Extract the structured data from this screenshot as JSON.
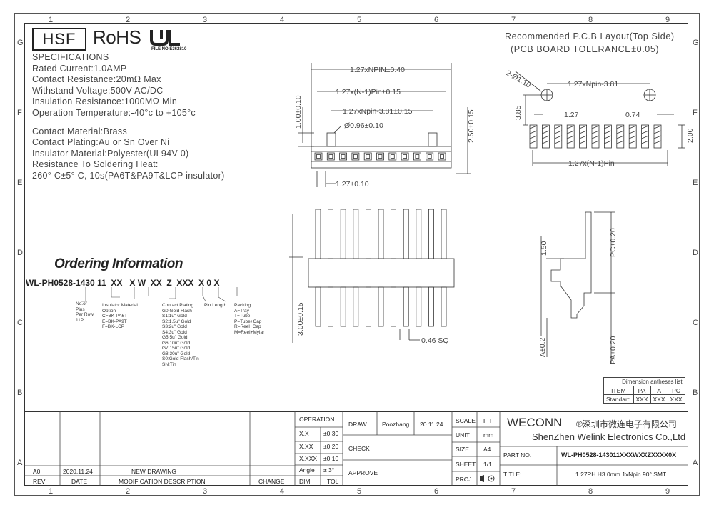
{
  "zones": {
    "cols": [
      "1",
      "2",
      "3",
      "4",
      "5",
      "6",
      "7",
      "8",
      "9"
    ],
    "rows": [
      "G",
      "F",
      "E",
      "D",
      "C",
      "B",
      "A"
    ]
  },
  "logos": {
    "hsf": "HSF",
    "rohs": "RoHS",
    "ul_file": "FILE NO E362810"
  },
  "specifications": {
    "title": "SPECIFICATIONS",
    "lines": [
      "Rated Current:1.0AMP",
      "Contact Resistance:20mΩ Max",
      "Withstand Voltage:500V AC/DC",
      "Insulation Resistance:1000MΩ Min",
      "Operation Temperature:-40°c to +105°c"
    ],
    "materials": [
      "Contact Material:Brass",
      "Contact Plating:Au or Sn Over Ni",
      "Insulator Material:Polyester(UL94V-0)",
      "Resistance To Soldering Heat:",
      "260° C±5° C, 10s(PA6T&PA9T&LCP insulator)"
    ]
  },
  "ordering": {
    "title": "Ordering Information",
    "part_code": "WL-PH0528-1430 11  XX   X W  XX  Z  XXX  X 0 X",
    "notes": {
      "pins": [
        "No.of",
        "Pins",
        "Per Row",
        "11P"
      ],
      "insulator": [
        "Insulator Material",
        "Option",
        "C=BK-PA6T",
        "E=BK-PA9T",
        "F=BK-LCP"
      ],
      "plating": [
        "Contact Plating",
        "G0:Gold Flash",
        "S1:1u\" Gold",
        "S2:1.5u\" Gold",
        "S3:2u\" Gold",
        "S4:3u\" Gold",
        "G5:5u\" Gold",
        "G6:10u\" Gold",
        "G7:15u\" Gold",
        "G8:30u\" Gold",
        "S0:Gold Flash/Tin",
        "SN:Tin"
      ],
      "pin_length": [
        "Pin Length"
      ],
      "packing": [
        "Packing",
        "A=Tray",
        "T=Tube",
        "P=Tube+Cap",
        "R=Reel+Cap",
        "M=Reel+Mylar"
      ]
    }
  },
  "pcb_layout": {
    "title": "Recommended P.C.B Layout(Top Side)",
    "subtitle": "(PCB BOARD TOLERANCE±0.05)",
    "dims": [
      "2-Ø1.10",
      "1.27xNpin-3.81",
      "3.85",
      "1.27",
      "0.74",
      "2.00",
      "1.27x(N-1)Pin"
    ]
  },
  "top_view_dims": [
    "1.27xNPIN±0.40",
    "1.27x(N-1)Pin±0.15",
    "1.27xNpin-3.81±0.15",
    "Ø0.96±0.10",
    "1.00±0.10",
    "2.50±0.15",
    "1.27±0.10"
  ],
  "front_view_dims": [
    "3.00±0.15",
    "0.46 SQ"
  ],
  "side_view_dims": [
    "1.50",
    "PC±0.20",
    "A±0.2",
    "PA±0.20"
  ],
  "dimension_table": {
    "title": "Dimension antheses list",
    "headers": [
      "ITEM",
      "PA",
      "A",
      "PC"
    ],
    "row": [
      "Standard",
      "XXX",
      "XXX",
      "XXX"
    ]
  },
  "title_block": {
    "operation": "OPERATION",
    "tolerances": [
      [
        "X.X",
        "±0.30"
      ],
      [
        "X.XX",
        "±0.20"
      ],
      [
        "X.XXX",
        "±0.10"
      ],
      [
        "Angle",
        "± 3°"
      ]
    ],
    "dim": "DIM",
    "tol": "TOL",
    "draw": "DRAW",
    "drawer": "Poozhang",
    "draw_date": "20.11.24",
    "check": "CHECK",
    "approve": "APPROVE",
    "scale": "SCALE",
    "scale_val": "FIT",
    "unit": "UNIT",
    "unit_val": "mm",
    "size": "SIZE",
    "size_val": "A4",
    "sheet": "SHEET",
    "sheet_val": "1/1",
    "proj": "PROJ.",
    "company_en_logo": "WECONN",
    "company_cn": "®深圳市微连电子有限公司",
    "company_en": "ShenZhen Welink Electronics Co.,Ltd",
    "part_no_label": "PART NO.",
    "part_no": "WL-PH0528-143011XXXWXXZXXXX0X",
    "title_label": "TITLE:",
    "title_val": "1.27PH H3.0mm 1xNpin 90° SMT",
    "rev_row": [
      "A0",
      "2020.11.24",
      "NEW DRAWING"
    ],
    "rev_headers": [
      "REV",
      "DATE",
      "MODIFICATION DESCRIPTION",
      "CHANGE"
    ]
  }
}
